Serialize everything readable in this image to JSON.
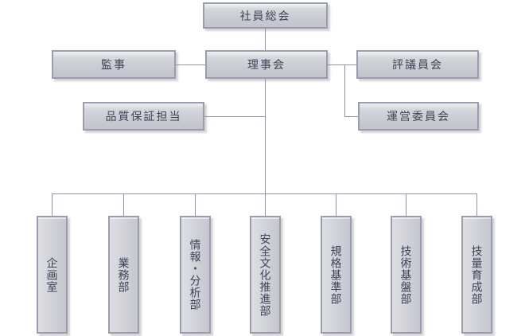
{
  "colors": {
    "background": "#ffffff",
    "box_border": "#989db0",
    "box_fill_light": "#e9eaed",
    "box_fill_dark": "#c2c3cb",
    "connector_line": "#8b93a6",
    "text": "#3e4257"
  },
  "org_chart": {
    "nodes": {
      "general_meeting": "社員総会",
      "auditor": "監事",
      "board": "理事会",
      "council": "評議員会",
      "quality_assurance": "品質保証担当",
      "steering_committee": "運営委員会",
      "planning_office": "企画室",
      "operations_dept": "業務部",
      "info_analysis_dept": "情報・分析部",
      "safety_culture_dept": "安全文化推進部",
      "standards_dept": "規格基準部",
      "tech_infrastructure_dept": "技術基盤部",
      "skill_development_dept": "技量育成部"
    },
    "edges": [
      {
        "from": "社員総会",
        "to": "理事会"
      },
      {
        "from": "理事会",
        "to": "監事"
      },
      {
        "from": "理事会",
        "to": "評議員会"
      },
      {
        "from": "理事会",
        "to": "運営委員会"
      },
      {
        "from": "理事会",
        "to": "品質保証担当"
      },
      {
        "from": "理事会",
        "to": "企画室"
      },
      {
        "from": "理事会",
        "to": "業務部"
      },
      {
        "from": "理事会",
        "to": "情報・分析部"
      },
      {
        "from": "理事会",
        "to": "安全文化推進部"
      },
      {
        "from": "理事会",
        "to": "規格基準部"
      },
      {
        "from": "理事会",
        "to": "技術基盤部"
      },
      {
        "from": "理事会",
        "to": "技量育成部"
      }
    ]
  }
}
